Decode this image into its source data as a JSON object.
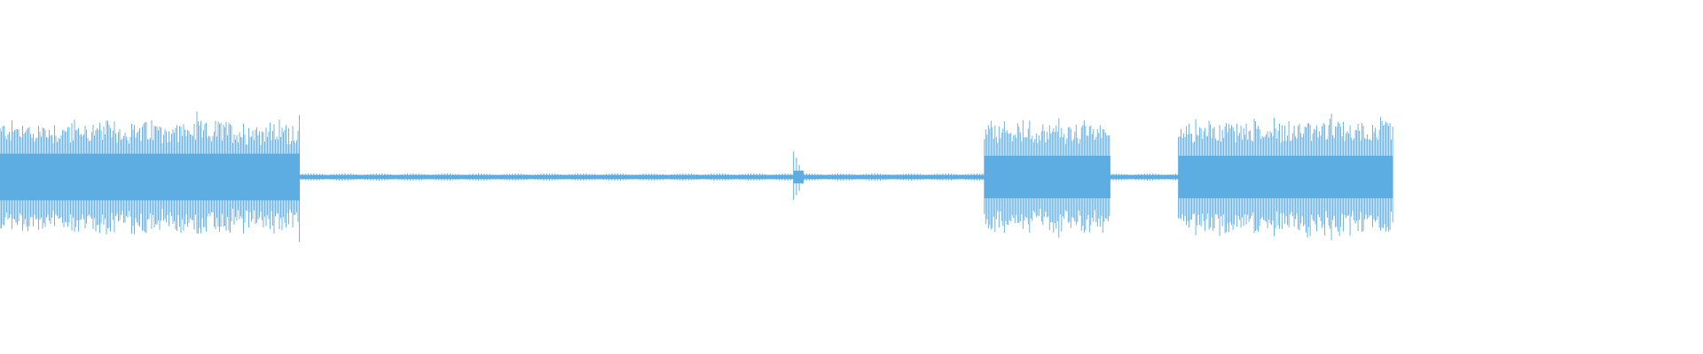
{
  "waveform": {
    "color": "#5dade2",
    "background": "#ffffff",
    "duration_fraction_drawn": 0.818,
    "segments": [
      {
        "name": "loud-segment-1",
        "start": 0.0,
        "end": 0.176,
        "peak": 0.56,
        "body": 0.22
      },
      {
        "name": "quiet-segment-1",
        "start": 0.176,
        "end": 0.466,
        "peak": 0.035,
        "body": 0.02
      },
      {
        "name": "transient-click",
        "start": 0.466,
        "end": 0.472,
        "peak": 0.22,
        "body": 0.06
      },
      {
        "name": "quiet-segment-2",
        "start": 0.472,
        "end": 0.578,
        "peak": 0.035,
        "body": 0.02
      },
      {
        "name": "loud-segment-2",
        "start": 0.578,
        "end": 0.652,
        "peak": 0.55,
        "body": 0.2
      },
      {
        "name": "quiet-segment-3",
        "start": 0.652,
        "end": 0.692,
        "peak": 0.035,
        "body": 0.02
      },
      {
        "name": "loud-segment-3",
        "start": 0.692,
        "end": 0.818,
        "peak": 0.57,
        "body": 0.2
      }
    ]
  }
}
